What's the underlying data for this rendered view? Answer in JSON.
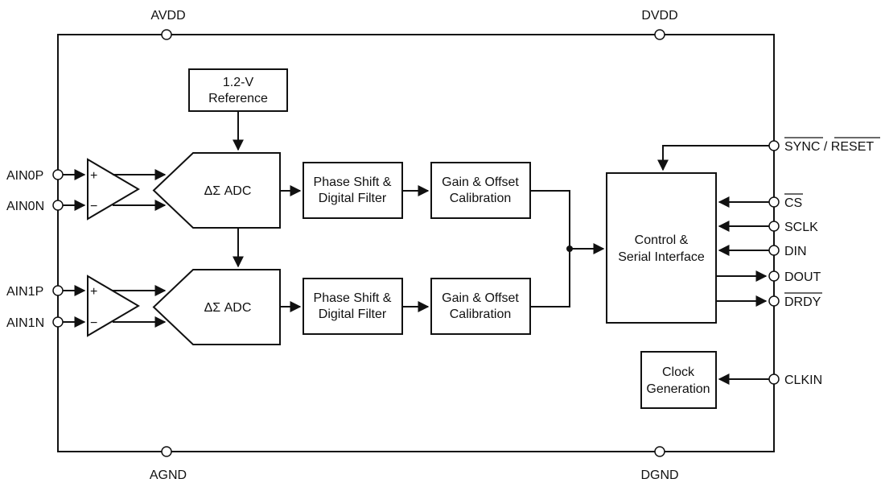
{
  "pins": {
    "avdd": "AVDD",
    "dvdd": "DVDD",
    "agnd": "AGND",
    "dgnd": "DGND",
    "ain0p": "AIN0P",
    "ain0n": "AIN0N",
    "ain1p": "AIN1P",
    "ain1n": "AIN1N",
    "sync_reset": "SYNC / RESET",
    "cs": "CS",
    "sclk": "SCLK",
    "din": "DIN",
    "dout": "DOUT",
    "drdy": "DRDY",
    "clkin": "CLKIN"
  },
  "blocks": {
    "reference": [
      "1.2-V",
      "Reference"
    ],
    "adc0": "ΔΣ ADC",
    "adc1": "ΔΣ ADC",
    "filter0": [
      "Phase Shift &",
      "Digital Filter"
    ],
    "filter1": [
      "Phase Shift &",
      "Digital Filter"
    ],
    "calibration0": [
      "Gain & Offset",
      "Calibration"
    ],
    "calibration1": [
      "Gain & Offset",
      "Calibration"
    ],
    "control": [
      "Control &",
      "Serial Interface"
    ],
    "clock": [
      "Clock",
      "Generation"
    ]
  },
  "amplifier": {
    "plus": "+",
    "minus": "−"
  }
}
